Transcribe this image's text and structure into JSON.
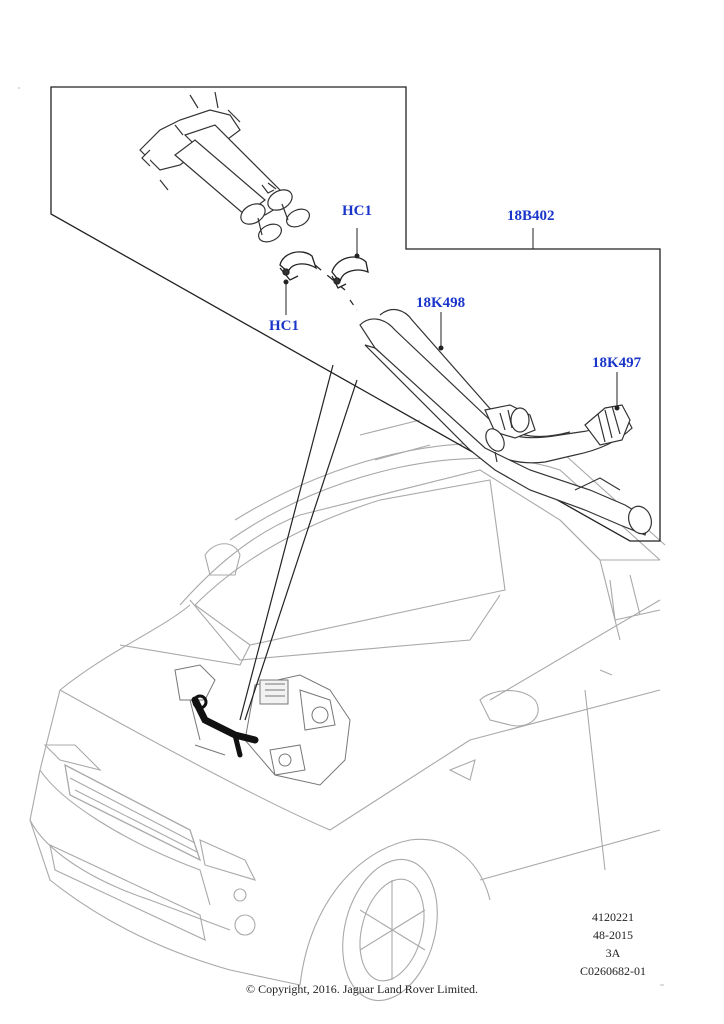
{
  "callouts": {
    "hc1_upper": "HC1",
    "hc1_lower": "HC1",
    "assembly": "18B402",
    "hose_main": "18K498",
    "hose_end": "18K497"
  },
  "reference": {
    "line1": "4120221",
    "line2": "48-2015",
    "line3": "3A",
    "line4": "C0260682-01"
  },
  "copyright": "© Copyright, 2016. Jaguar Land Rover Limited.",
  "colors": {
    "callout": "#1a35c9",
    "line_art": "#333333",
    "ghost_line": "#a9a9a9"
  }
}
